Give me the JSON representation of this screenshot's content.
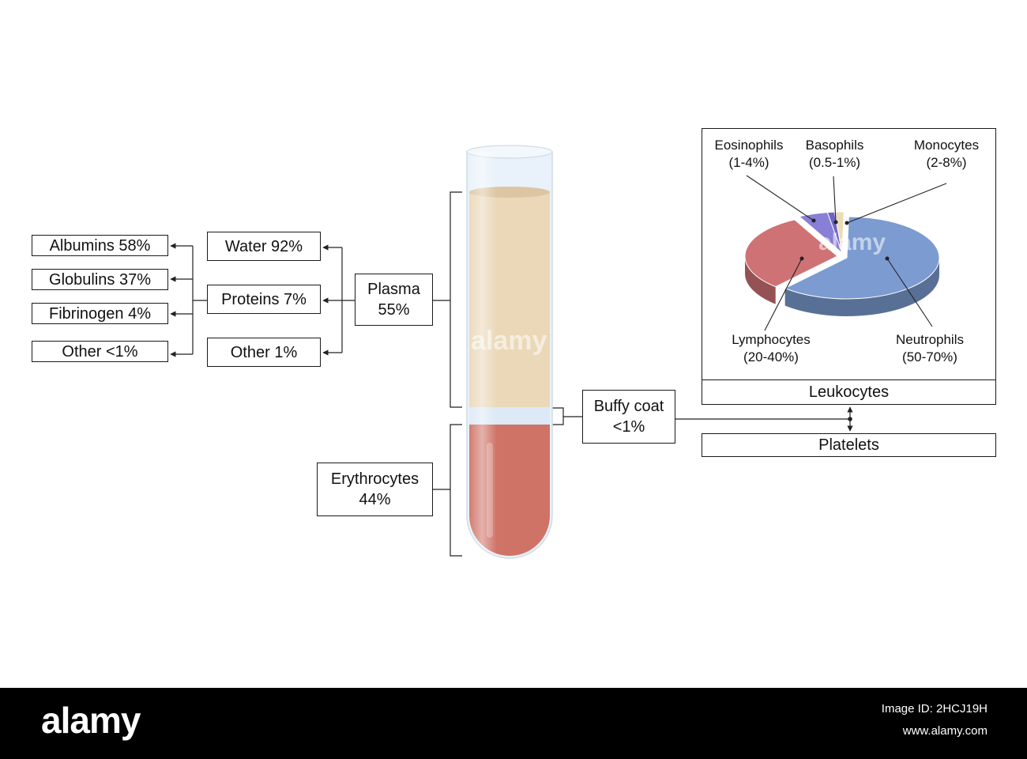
{
  "left_column": [
    {
      "id": "albumins",
      "label": "Albumins 58%"
    },
    {
      "id": "globulins",
      "label": "Globulins 37%"
    },
    {
      "id": "fibrinogen",
      "label": "Fibrinogen 4%"
    },
    {
      "id": "other-proteins",
      "label": "Other <1%"
    }
  ],
  "middle_column": [
    {
      "id": "water",
      "label": "Water 92%"
    },
    {
      "id": "proteins",
      "label": "Proteins 7%"
    },
    {
      "id": "other-plasma",
      "label": "Other 1%"
    }
  ],
  "plasma": {
    "line1": "Plasma",
    "line2": "55%"
  },
  "erythrocytes": {
    "line1": "Erythrocytes",
    "line2": "44%"
  },
  "buffy_coat": {
    "line1": "Buffy coat",
    "line2": "<1%"
  },
  "leukocytes_title": "Leukocytes",
  "platelets_title": "Platelets",
  "pie_labels": {
    "eosinophils": {
      "name": "Eosinophils",
      "range": "(1-4%)"
    },
    "basophils": {
      "name": "Basophils",
      "range": "(0.5-1%)"
    },
    "monocytes": {
      "name": "Monocytes",
      "range": "(2-8%)"
    },
    "lymphocytes": {
      "name": "Lymphocytes",
      "range": "(20-40%)"
    },
    "neutrophils": {
      "name": "Neutrophils",
      "range": "(50-70%)"
    }
  },
  "pie_slices": [
    {
      "key": "neutrophils",
      "value": 60,
      "color": "#7b9bd1"
    },
    {
      "key": "lymphocytes",
      "value": 30,
      "color": "#cf7276"
    },
    {
      "key": "eosinophils",
      "value": 5,
      "color": "#8a7fd6"
    },
    {
      "key": "basophils",
      "value": 1.2,
      "color": "#6f64c9"
    },
    {
      "key": "monocytes",
      "value": 1.6,
      "color": "#e9dcb6"
    }
  ],
  "colors": {
    "plasma": "#ead8b9",
    "erythrocytes": "#cf7367",
    "buffy": "#dce9f6",
    "tube_glass": "#e9f2fa"
  },
  "footer": {
    "logo": "alamy",
    "image_id": "Image ID: 2HCJ19H",
    "url": "www.alamy.com"
  }
}
